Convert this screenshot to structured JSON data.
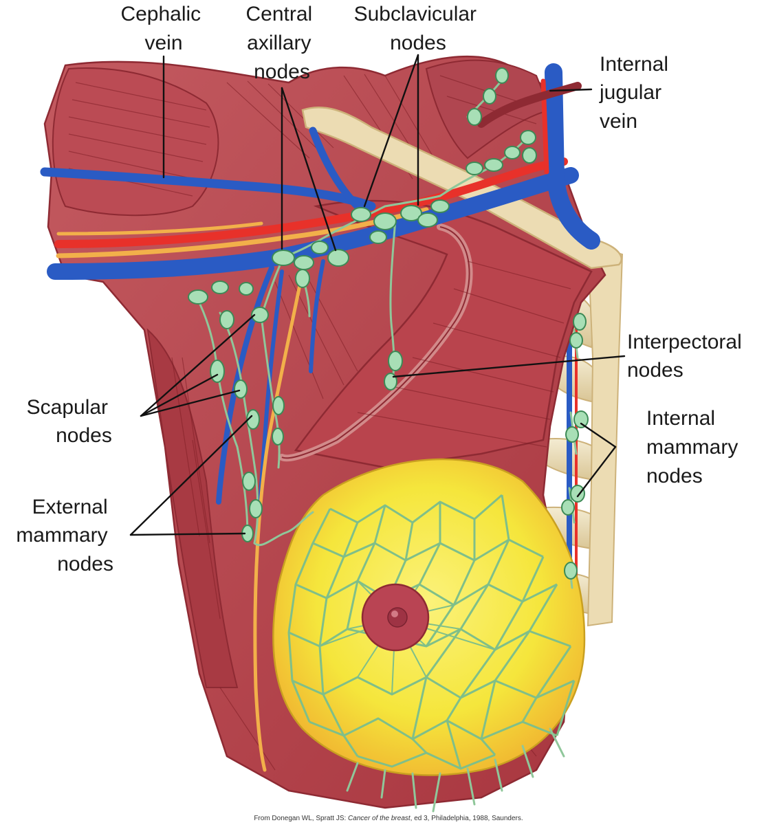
{
  "colors": {
    "muscle": "#b5424b",
    "muscle_dark": "#8e2a33",
    "muscle_light": "#c9636a",
    "vein": "#2a5bc4",
    "artery": "#e8312a",
    "nerve": "#f2b04a",
    "bone": "#ecdcb3",
    "bone_edge": "#cdb27a",
    "gland": "#f5e63c",
    "gland_shade": "#f2b62a",
    "lymph": "#8fc79a",
    "node_fill": "#a8dfb6",
    "node_edge": "#3d8a56",
    "nipple": "#b94453",
    "label_text": "#1a1a1a"
  },
  "labels": {
    "cephalic_vein": [
      "Cephalic",
      "vein"
    ],
    "central_axillary_nodes": [
      "Central",
      "axillary",
      "nodes"
    ],
    "subclavicular_nodes": [
      "Subclavicular",
      "nodes"
    ],
    "internal_jugular_vein": [
      "Internal",
      "jugular",
      "vein"
    ],
    "interpectoral_nodes": [
      "Interpectoral",
      "nodes"
    ],
    "scapular_nodes": [
      "Scapular",
      "nodes"
    ],
    "internal_mammary_nodes": [
      "Internal",
      "mammary",
      "nodes"
    ],
    "external_mammary_nodes": [
      "External",
      "mammary",
      "nodes"
    ]
  },
  "credit": {
    "prefix": "From Donegan WL, Spratt JS: ",
    "title": "Cancer of the breast",
    "suffix": ", ed 3, Philadelphia, 1988, Saunders."
  }
}
